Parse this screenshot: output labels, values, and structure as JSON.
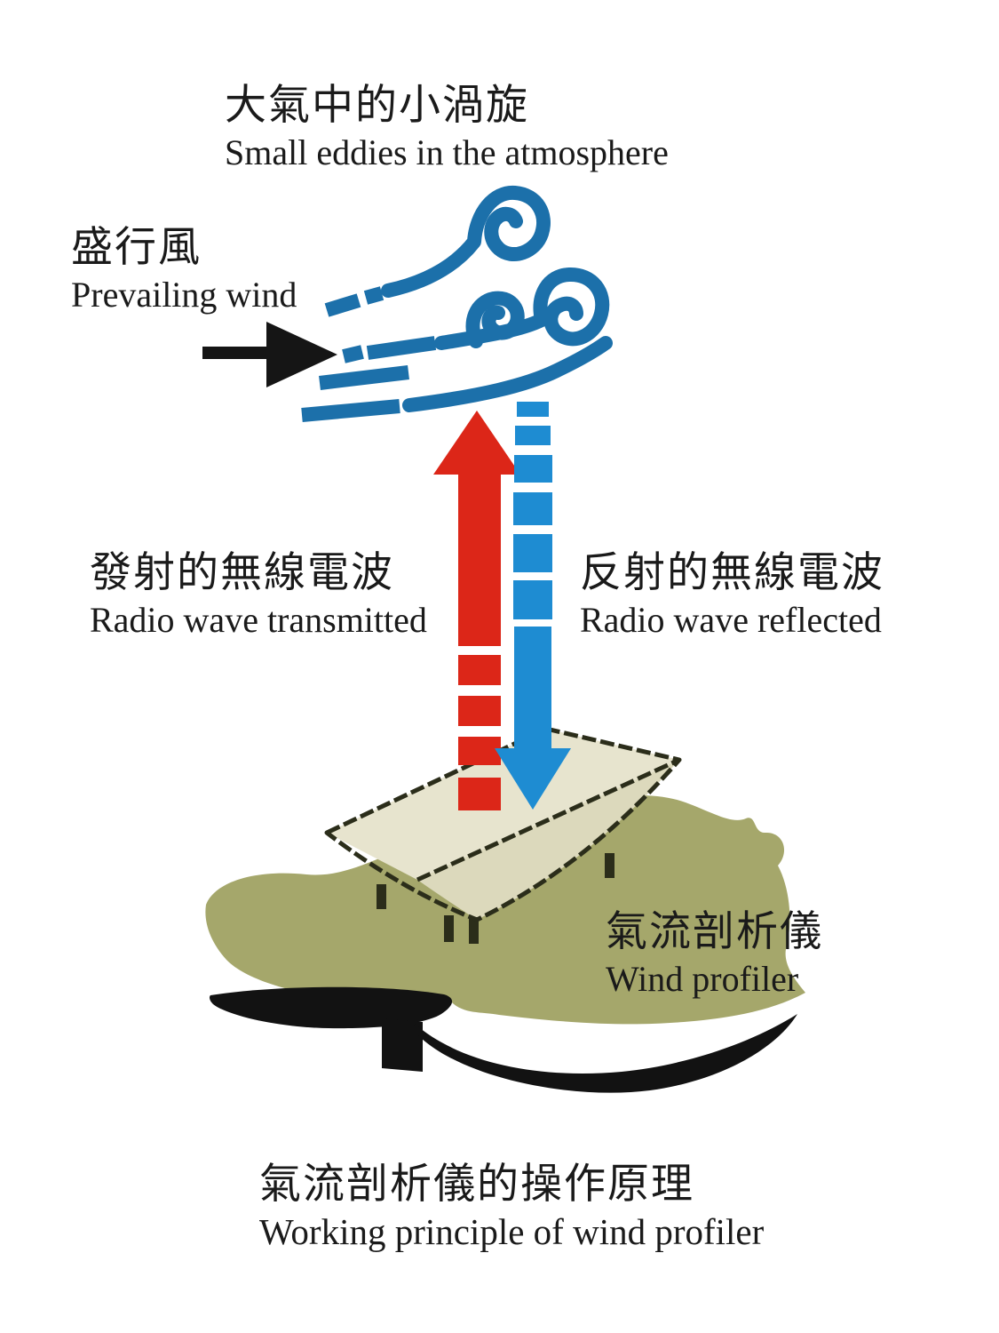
{
  "colors": {
    "background": "#FFFFFF",
    "text": "#1A1A1A",
    "eddy_blue": "#1C70AA",
    "wave_blue": "#1E8CD2",
    "wave_red": "#DC2618",
    "arrow_black": "#151515",
    "ground_green": "#A5A76B",
    "antenna_light": "#E7E4CE",
    "antenna_shade": "#DCD9BC",
    "antenna_outline": "#2B2D1A",
    "shadow_black": "#121212"
  },
  "labels": {
    "small_eddies": {
      "zh": "大氣中的小渦旋",
      "en": "Small eddies in the atmosphere"
    },
    "prevailing_wind": {
      "zh": "盛行風",
      "en": "Prevailing wind"
    },
    "radio_transmitted": {
      "zh": "發射的無線電波",
      "en": "Radio wave transmitted"
    },
    "radio_reflected": {
      "zh": "反射的無線電波",
      "en": "Radio wave reflected"
    },
    "wind_profiler": {
      "zh": "氣流剖析儀",
      "en": "Wind profiler"
    },
    "caption": {
      "zh": "氣流剖析儀的操作原理",
      "en": "Working principle of wind profiler"
    }
  },
  "diagram": {
    "elements": [
      "wind-eddies-illustration",
      "prevailing-wind-arrow",
      "radio-wave-transmitted-arrow-up",
      "radio-wave-reflected-arrow-down",
      "wind-profiler-antenna",
      "ground-patch"
    ]
  }
}
